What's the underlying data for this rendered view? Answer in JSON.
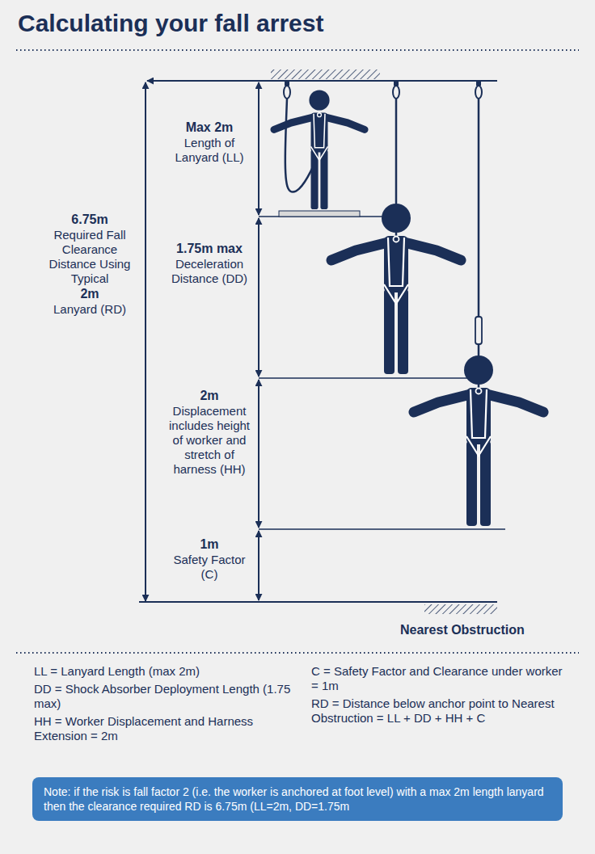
{
  "diagram": {
    "title": "Calculating your fall arrest",
    "nodes": [
      {
        "text": [
          "Note: if the risk is fall factor 2 (i.e. the worker is anchored at foot level) with a max 2m length lanyard then the clearance required RD is 6.75m (LL=2m, DD=1.75m"
        ]
      }
    ],
    "labels": [
      "Max 2m",
      "Length of Lanyard (LL)",
      "6.75m",
      "Required Fall Clearance Distance Using Typical",
      "2m",
      "Lanyard (RD)",
      "1.75m max",
      "Deceleration Distance (DD)",
      "2m",
      "Displacement includes height of worker and stretch of harness (HH)",
      "1m",
      "Safety Factor (C)",
      "Nearest Obstruction",
      "LL = Lanyard Length (max 2m)",
      "DD = Shock Absorber Deployment Length (1.75 max)",
      "HH = Worker Displacement and Harness Extension = 2m",
      "C = Safety Factor and Clearance under worker = 1m",
      "RD = Distance below anchor point to Nearest Obstruction = LL + DD + HH + C"
    ]
  }
}
